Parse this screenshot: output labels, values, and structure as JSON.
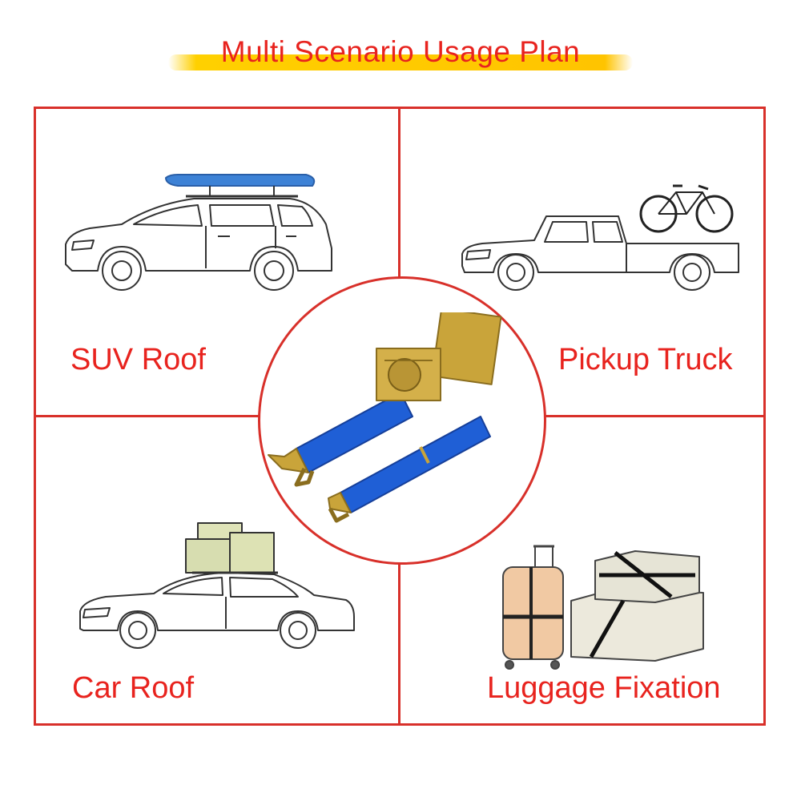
{
  "title": "Multi Scenario Usage Plan",
  "scenarios": {
    "suv_roof": "SUV Roof",
    "pickup_truck": "Pickup Truck",
    "car_roof": "Car Roof",
    "luggage_fixation": "Luggage Fixation"
  },
  "colors": {
    "accent_red": "#e8231e",
    "frame_red": "#d8302a",
    "highlight_yellow": "#ffd000",
    "strap_blue": "#1f5fd6",
    "metal_gold": "#c9a43a"
  }
}
